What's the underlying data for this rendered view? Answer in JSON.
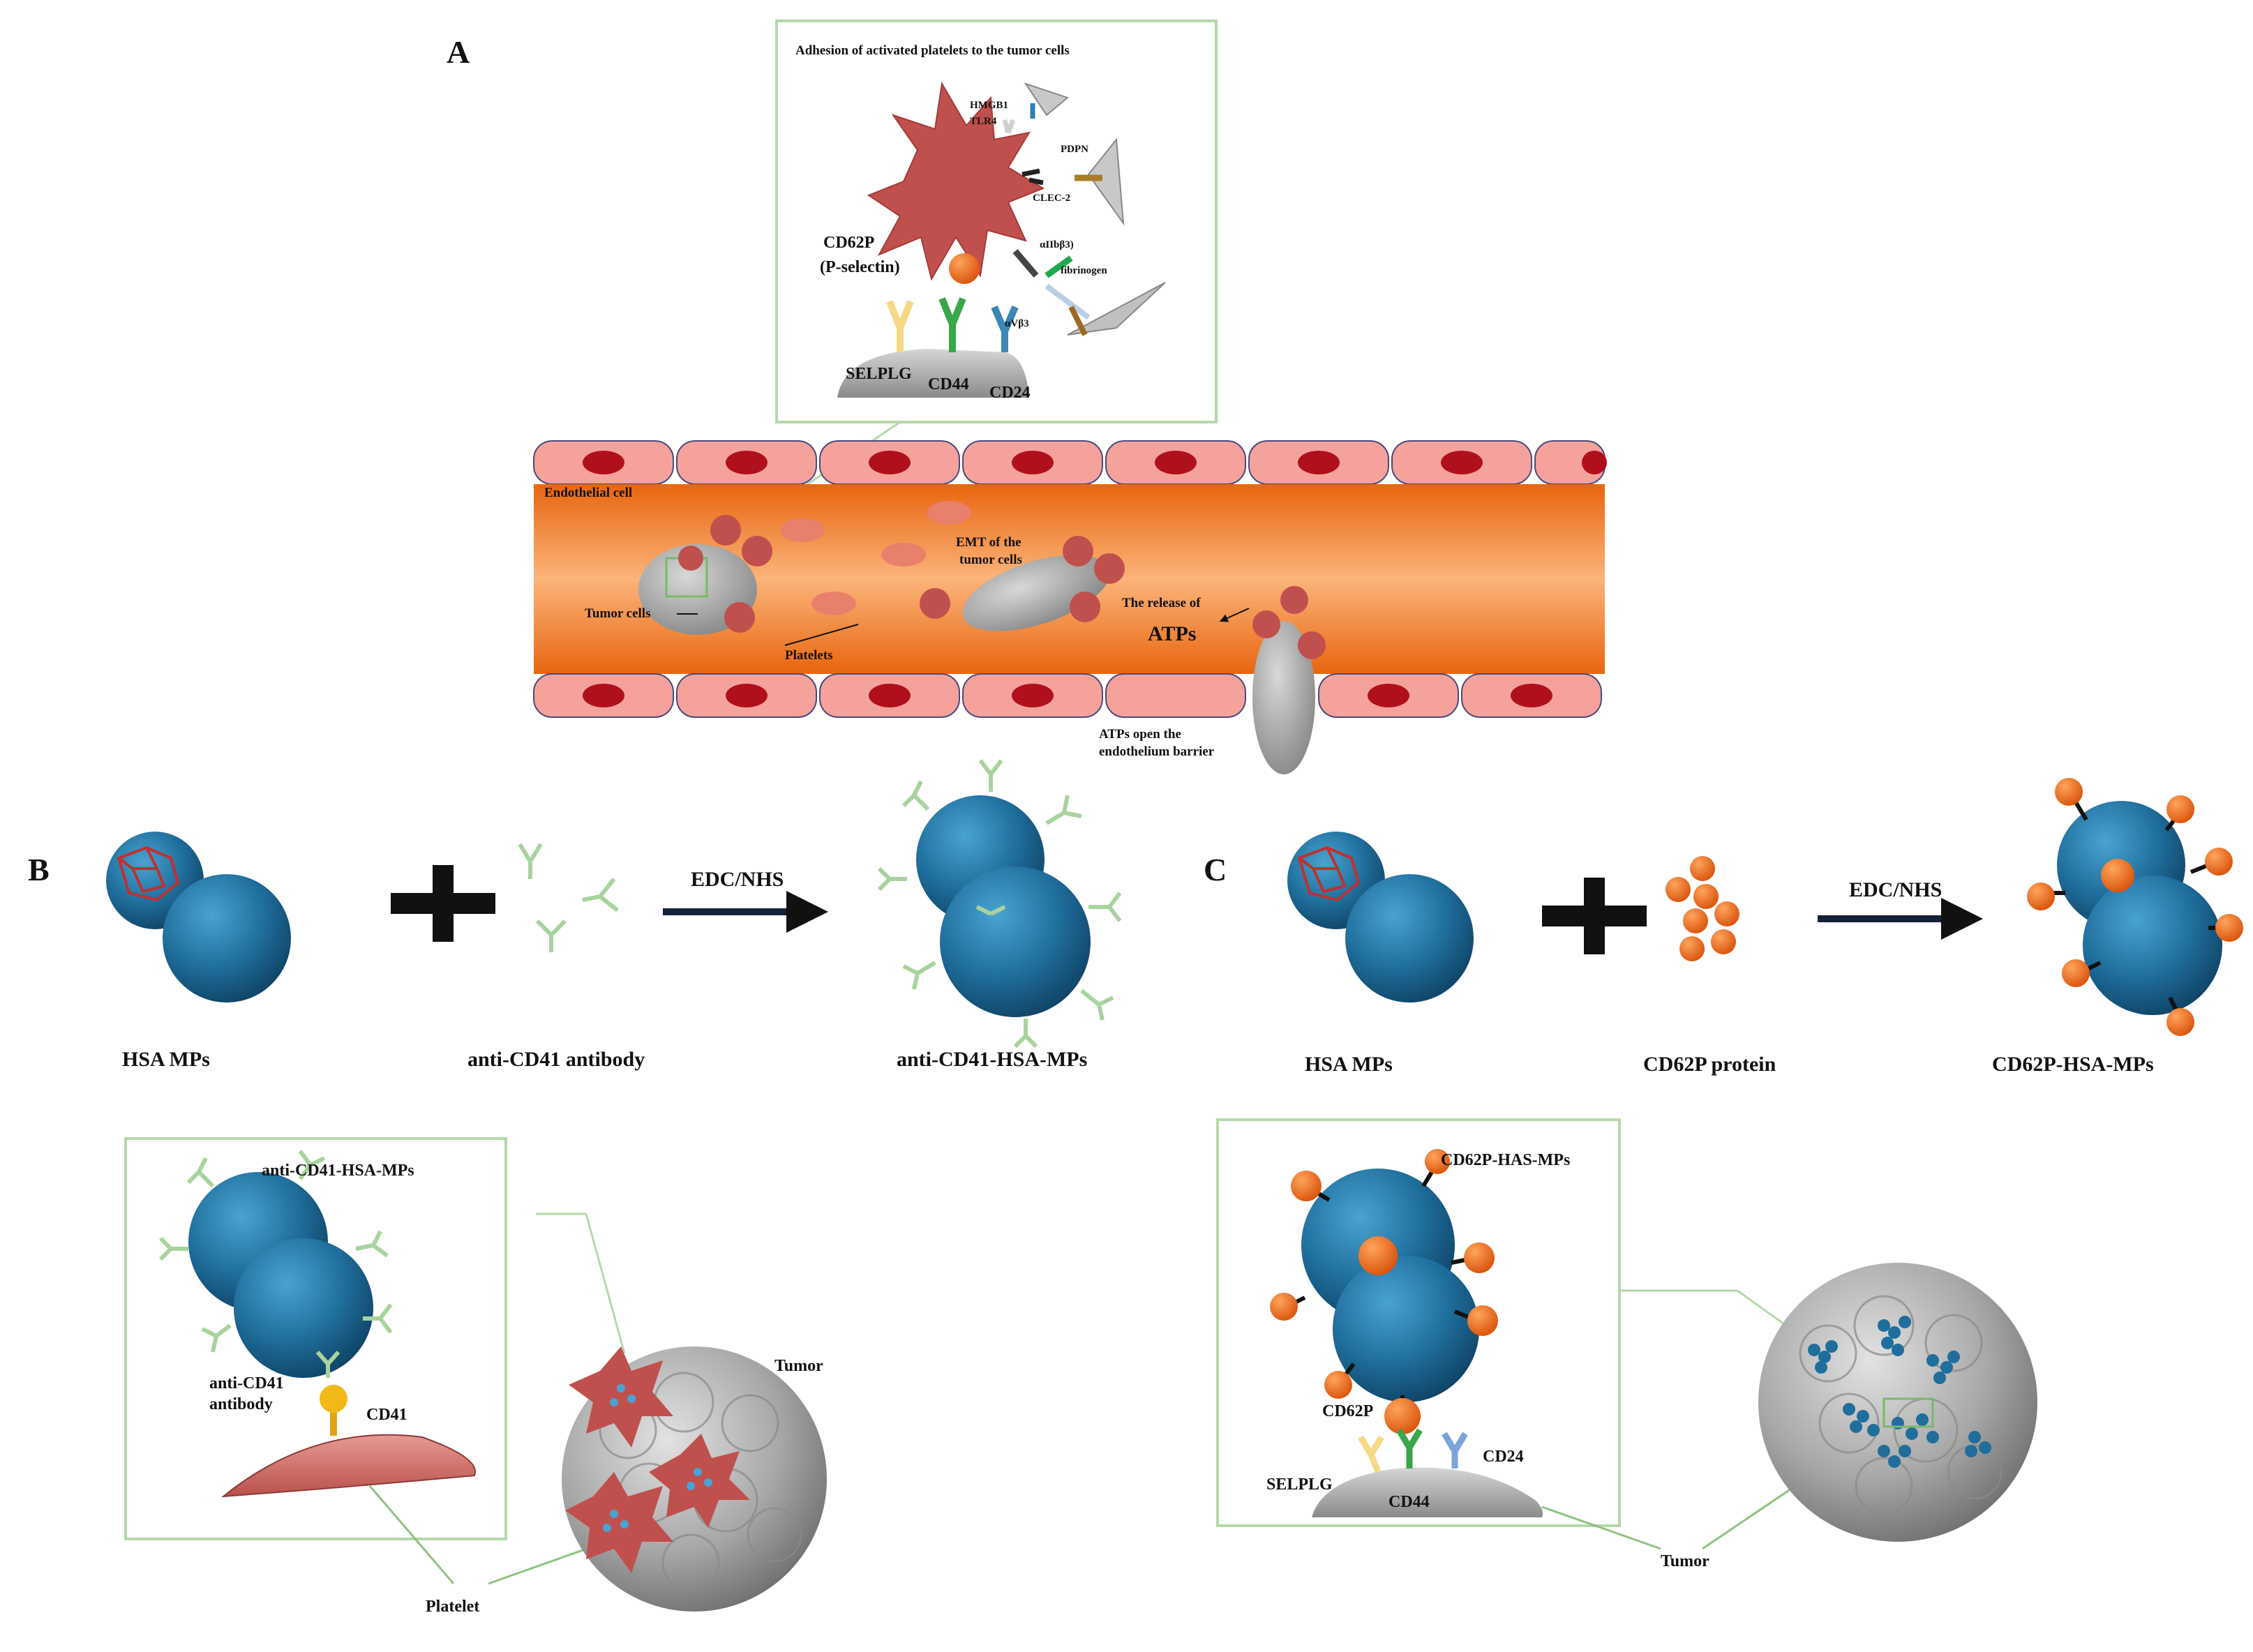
{
  "panels": {
    "a": "A",
    "b": "B",
    "c": "C"
  },
  "panel_a": {
    "inset_title": "Adhesion of activated platelets to the tumor cells",
    "hmgb1": "HMGB1",
    "tlr4": "TLR4",
    "pdpn": "PDPN",
    "clec2": "CLEC-2",
    "cd62p": "CD62P",
    "pselectin": "(P-selectin)",
    "aiib": "αIIbβ3)",
    "fibrinogen": "fibrinogen",
    "avb3": "αVβ3",
    "selplg": "SELPLG",
    "cd44": "CD44",
    "cd24": "CD24",
    "endothelial_cell": "Endothelial cell",
    "emt_line1": "EMT of the",
    "emt_line2": "tumor cells",
    "tumor_cells": "Tumor cells",
    "platelets": "Platelets",
    "release_line1": "The release of",
    "release_line2": "ATPs",
    "atps_line1": "ATPs open the",
    "atps_line2": "endothelium barrier"
  },
  "panel_b": {
    "hsa_mps": "HSA MPs",
    "antibody": "anti-CD41 antibody",
    "reagent": "EDC/NHS",
    "product": "anti-CD41-HSA-MPs",
    "inset_product": "anti-CD41-HSA-MPs",
    "inset_antibody_line1": "anti-CD41",
    "inset_antibody_line2": "antibody",
    "cd41": "CD41",
    "tumor": "Tumor",
    "platelet": "Platelet"
  },
  "panel_c": {
    "hsa_mps": "HSA MPs",
    "protein": "CD62P protein",
    "reagent": "EDC/NHS",
    "product": "CD62P-HSA-MPs",
    "inset_product": "CD62P-HAS-MPs",
    "cd62p": "CD62P",
    "selplg": "SELPLG",
    "cd44": "CD44",
    "cd24": "CD24",
    "tumor": "Tumor"
  },
  "colors": {
    "microparticle": "#1f6e9c",
    "platelet": "#c0504d",
    "vessel_lumen": "#f07f2e",
    "endothelial_cell": "#f4a29b",
    "nucleus": "#b0101c",
    "antibody": "#a9d39e",
    "cd62p_bead": "#ef6c1a",
    "frame": "#b5d8a9",
    "tumor": "#9a9a9a"
  }
}
